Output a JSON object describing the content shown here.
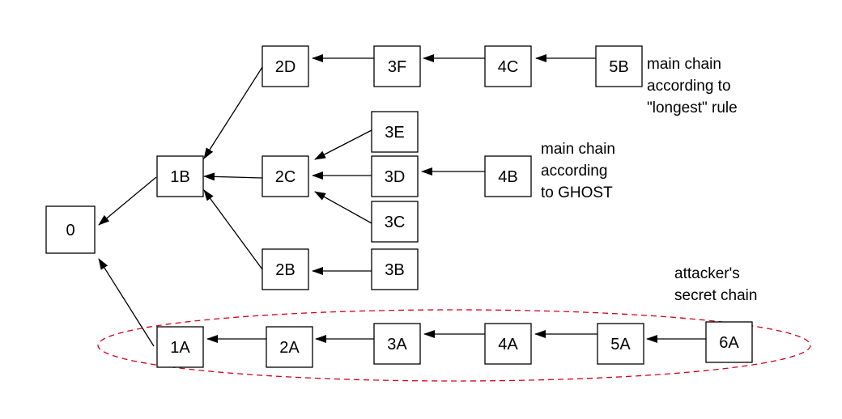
{
  "nodes": [
    {
      "id": "0",
      "label": "0"
    },
    {
      "id": "1A",
      "label": "1A"
    },
    {
      "id": "1B",
      "label": "1B"
    },
    {
      "id": "2A",
      "label": "2A"
    },
    {
      "id": "2B",
      "label": "2B"
    },
    {
      "id": "2C",
      "label": "2C"
    },
    {
      "id": "2D",
      "label": "2D"
    },
    {
      "id": "3A",
      "label": "3A"
    },
    {
      "id": "3B",
      "label": "3B"
    },
    {
      "id": "3C",
      "label": "3C"
    },
    {
      "id": "3D",
      "label": "3D"
    },
    {
      "id": "3E",
      "label": "3E"
    },
    {
      "id": "3F",
      "label": "3F"
    },
    {
      "id": "4A",
      "label": "4A"
    },
    {
      "id": "4B",
      "label": "4B"
    },
    {
      "id": "4C",
      "label": "4C"
    },
    {
      "id": "5A",
      "label": "5A"
    },
    {
      "id": "5B",
      "label": "5B"
    },
    {
      "id": "6A",
      "label": "6A"
    }
  ],
  "edges": [
    {
      "from": "1A",
      "to": "0"
    },
    {
      "from": "1B",
      "to": "0"
    },
    {
      "from": "2D",
      "to": "1B"
    },
    {
      "from": "2C",
      "to": "1B"
    },
    {
      "from": "2B",
      "to": "1B"
    },
    {
      "from": "3F",
      "to": "2D"
    },
    {
      "from": "4C",
      "to": "3F"
    },
    {
      "from": "5B",
      "to": "4C"
    },
    {
      "from": "3E",
      "to": "2C"
    },
    {
      "from": "3D",
      "to": "2C"
    },
    {
      "from": "3C",
      "to": "2C"
    },
    {
      "from": "4B",
      "to": "3D"
    },
    {
      "from": "3B",
      "to": "2B"
    },
    {
      "from": "2A",
      "to": "1A"
    },
    {
      "from": "3A",
      "to": "2A"
    },
    {
      "from": "4A",
      "to": "3A"
    },
    {
      "from": "5A",
      "to": "4A"
    },
    {
      "from": "6A",
      "to": "5A"
    }
  ],
  "annotations": {
    "longest": [
      "main chain",
      "according to",
      "\"longest\" rule"
    ],
    "ghost": [
      "main chain",
      "according",
      "to GHOST"
    ],
    "attacker": [
      "attacker's",
      "secret chain"
    ]
  },
  "colors": {
    "boxes": "#000000",
    "arrows": "#000000",
    "secret_chain_outline": "#d0021b"
  }
}
